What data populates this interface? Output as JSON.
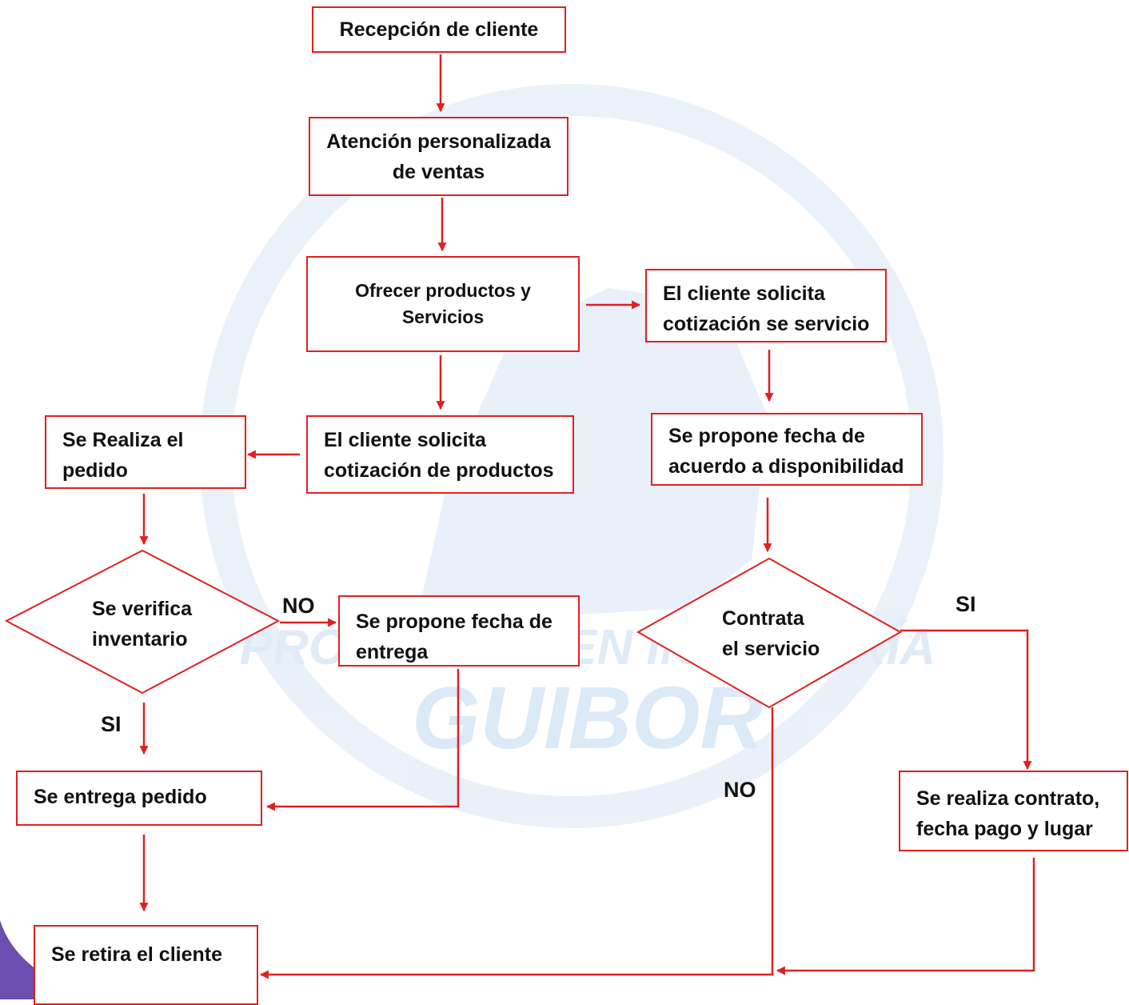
{
  "watermark": {
    "line1": "PROYECTOS EN INGENIERÍA",
    "line2": "GUIBOR"
  },
  "nodes": {
    "recepcion": [
      "Recepción de cliente"
    ],
    "atencion": [
      "Atención personalizada",
      "de ventas"
    ],
    "ofrecer": [
      "Ofrecer productos y",
      "Servicios"
    ],
    "solicita_servicio": [
      "El cliente solicita",
      "cotización se servicio"
    ],
    "solicita_productos": [
      "El cliente solicita",
      "cotización de productos"
    ],
    "realiza_pedido": [
      "Se Realiza el",
      "pedido"
    ],
    "propone_fecha_disp": [
      "Se propone fecha de",
      "acuerdo a disponibilidad"
    ],
    "verifica": [
      "Se verifica",
      "inventario"
    ],
    "propone_entrega": [
      "Se propone fecha de",
      "entrega"
    ],
    "contrata": [
      "Contrata",
      "el servicio"
    ],
    "entrega_pedido": [
      "Se entrega pedido"
    ],
    "contrato": [
      "Se realiza contrato,",
      "fecha pago y lugar"
    ],
    "retira": [
      "Se retira el cliente"
    ]
  },
  "labels": {
    "no_inventario": "NO",
    "si_inventario": "SI",
    "si_contrata": "SI",
    "no_contrata": "NO"
  },
  "colors": {
    "line": "#e02020",
    "watermark": "#dce8f6"
  }
}
